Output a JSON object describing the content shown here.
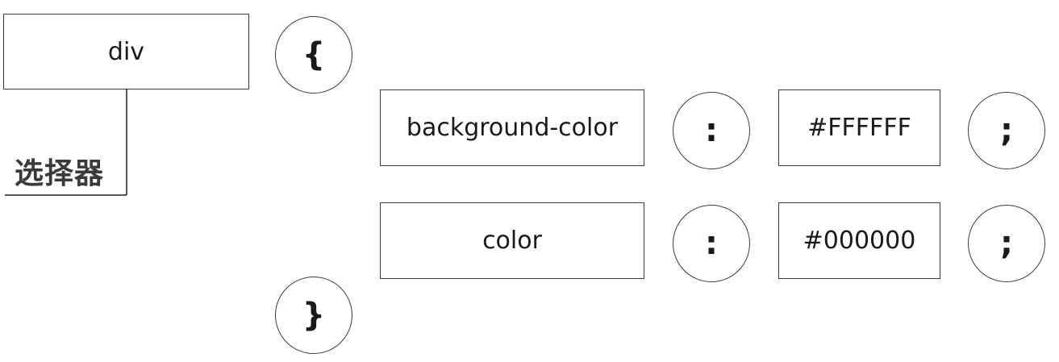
{
  "selector": {
    "text": "div",
    "caption": "选择器"
  },
  "braces": {
    "open": "{",
    "close": "}"
  },
  "declarations": [
    {
      "property": "background-color",
      "colon": ":",
      "value": "#FFFFFF",
      "semicolon": ";"
    },
    {
      "property": "color",
      "colon": ":",
      "value": "#000000",
      "semicolon": ";"
    }
  ]
}
